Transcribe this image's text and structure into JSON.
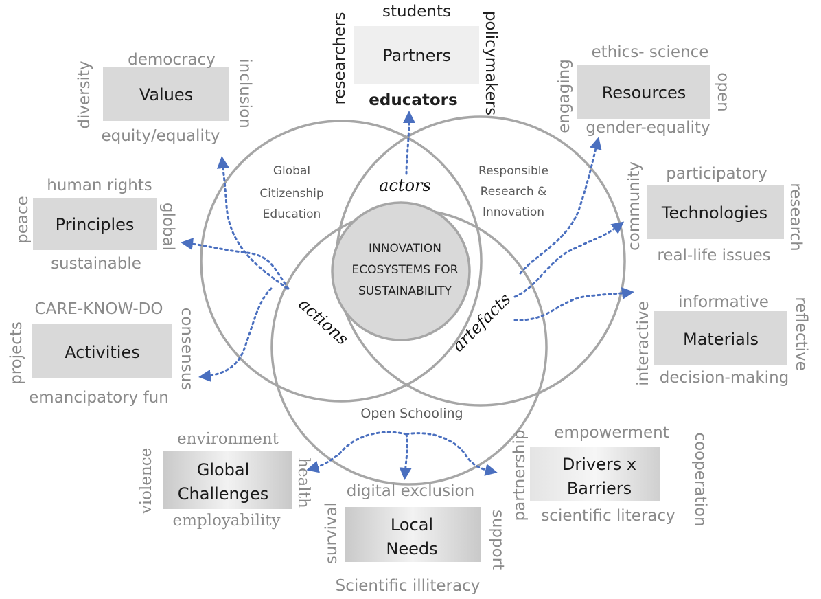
{
  "venn": {
    "circles": [
      "Global Citizenship Education",
      "Responsible Research & Innovation",
      "Open Schooling"
    ],
    "gce_lines": [
      "Global",
      "Citizenship",
      "Education"
    ],
    "rri_lines": [
      "Responsible",
      "Research &",
      "Innovation"
    ],
    "os_label": "Open Schooling",
    "center_lines": [
      "INNOVATION",
      "ECOSYSTEMS FOR",
      "SUSTAINABILITY"
    ],
    "actors": "actors",
    "actions": "actions",
    "artefacts": "artefacts"
  },
  "boxes": {
    "partners": {
      "label": "Partners",
      "top": "students",
      "left": "researchers",
      "right": "policymakers",
      "bottom": "educators"
    },
    "values": {
      "label": "Values",
      "top": "democracy",
      "left": "diversity",
      "right": "inclusion",
      "bottom": "equity/equality"
    },
    "resources": {
      "label": "Resources",
      "top": "ethics- science",
      "left": "engaging",
      "right": "open",
      "bottom": "gender-equality"
    },
    "principles": {
      "label": "Principles",
      "top": "human rights",
      "left": "peace",
      "right": "global",
      "bottom": "sustainable"
    },
    "technologies": {
      "label": "Technologies",
      "top": "participatory",
      "left": "community",
      "right": "research",
      "bottom": "real-life issues"
    },
    "activities": {
      "label": "Activities",
      "top": "CARE-KNOW-DO",
      "left": "projects",
      "right": "consensus",
      "bottom": "emancipatory fun"
    },
    "materials": {
      "label": "Materials",
      "top": "informative",
      "left": "interactive",
      "right": "reflective",
      "bottom": "decision-making"
    },
    "challenges": {
      "label_lines": [
        "Global",
        "Challenges"
      ],
      "top": "environment",
      "left": "violence",
      "right": "health",
      "bottom": "employability"
    },
    "needs": {
      "label_lines": [
        "Local",
        "Needs"
      ],
      "top": "digital exclusion",
      "left": "survival",
      "right": "support",
      "bottom": "Scientific illiteracy"
    },
    "drivers": {
      "label_lines": [
        "Drivers x",
        "Barriers"
      ],
      "top": "empowerment",
      "left": "partnership",
      "right": "cooperation",
      "bottom": "scientific literacy"
    }
  },
  "colors": {
    "box_fill": "#d9d9d9",
    "circle_stroke": "#a6a6a6",
    "center_fill": "#d9d9d9",
    "arrow": "#4a6fbf"
  }
}
